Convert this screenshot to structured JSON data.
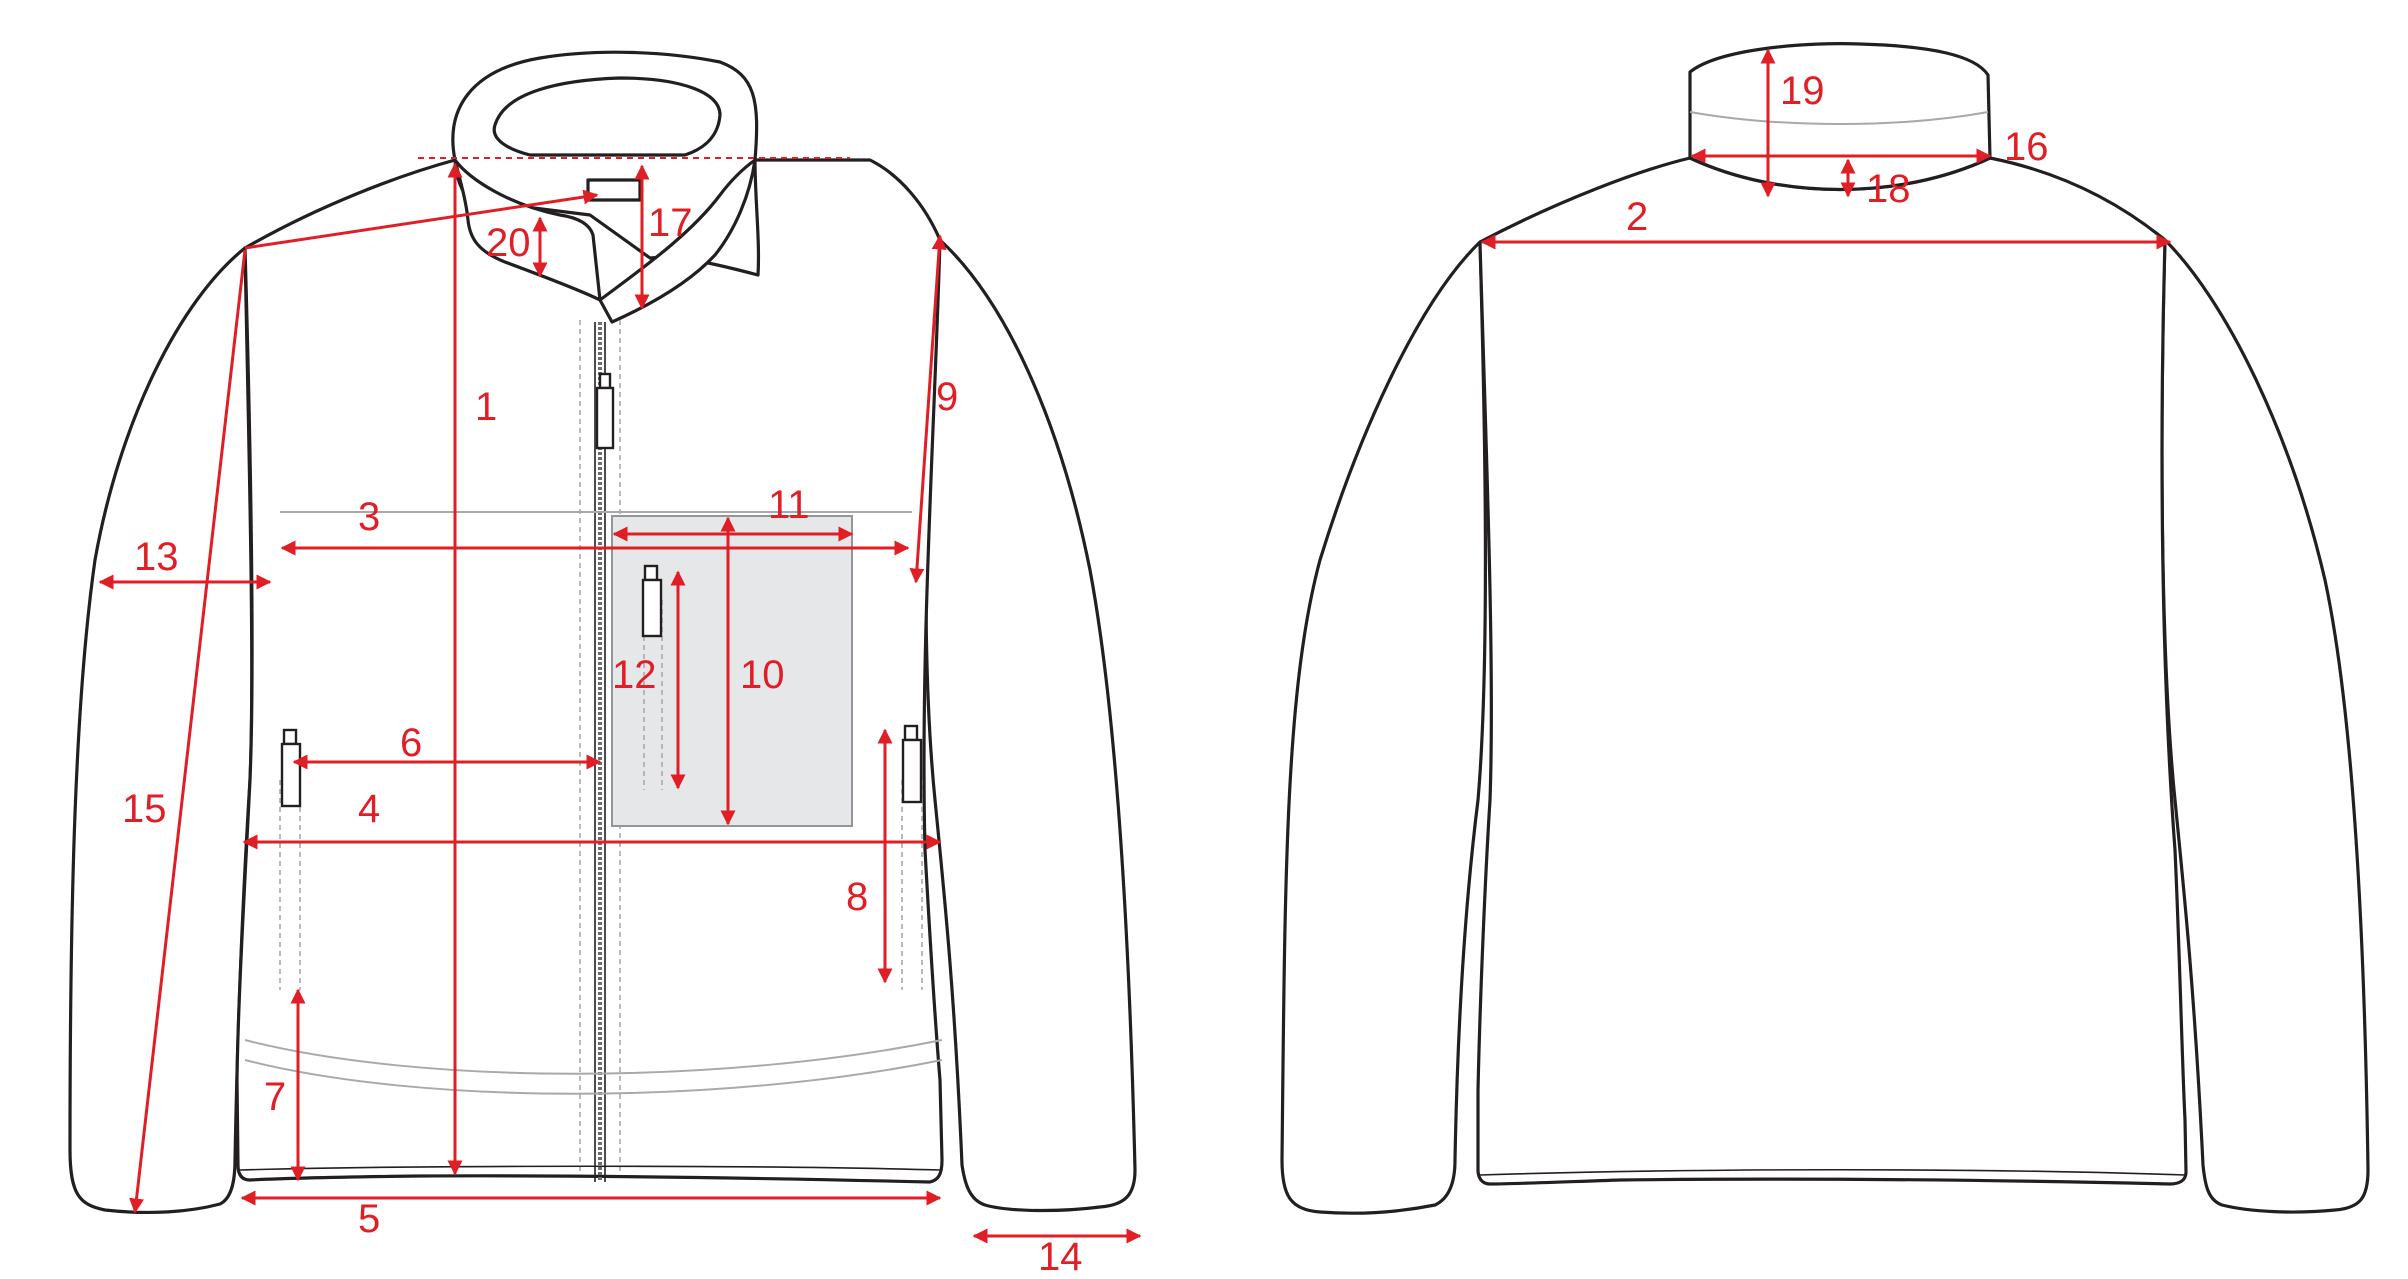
{
  "colors": {
    "outline": "#231f20",
    "measure": "#e01e26",
    "pocket": "#e6e7e8",
    "seam": "#a7a9ac"
  },
  "front_view": {
    "labels": {
      "m1": "1",
      "m3": "3",
      "m4": "4",
      "m5": "5",
      "m6": "6",
      "m7": "7",
      "m8": "8",
      "m9": "9",
      "m10": "10",
      "m11": "11",
      "m12": "12",
      "m13": "13",
      "m14": "14",
      "m15": "15",
      "m17": "17",
      "m20": "20"
    }
  },
  "back_view": {
    "labels": {
      "m2": "2",
      "m16": "16",
      "m18": "18",
      "m19": "19"
    }
  }
}
